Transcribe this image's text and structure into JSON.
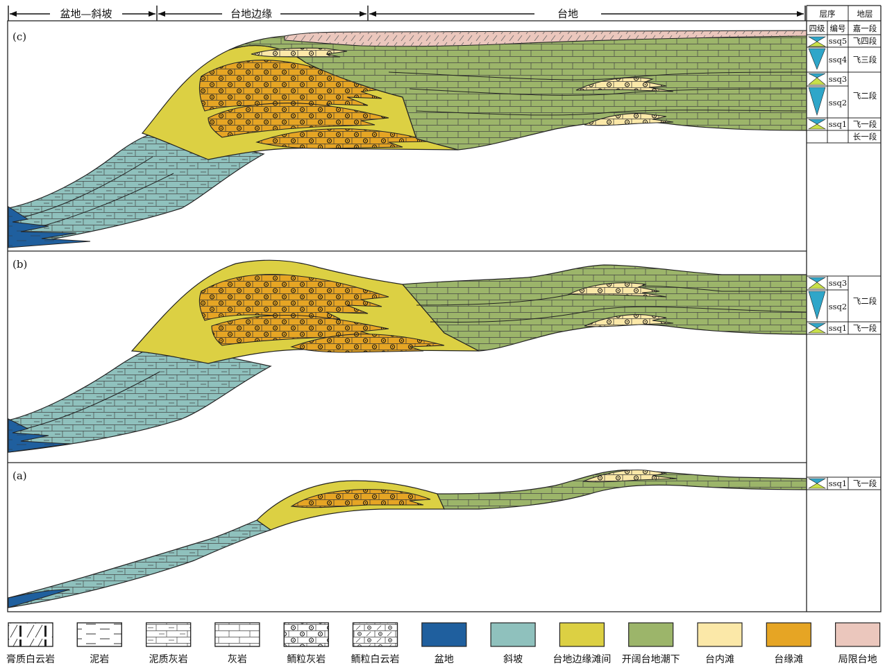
{
  "header_zones": [
    {
      "id": "basin-slope",
      "label": "盆地—斜坡"
    },
    {
      "id": "platform-margin",
      "label": "台地边缘"
    },
    {
      "id": "platform",
      "label": "台地"
    }
  ],
  "table": {
    "header_sequence": "层序",
    "header_strata": "地层",
    "col_fourth_order": "四级",
    "col_number": "编号"
  },
  "panels": {
    "c": {
      "label": "(c)",
      "rows": [
        {
          "seq": "ssq5",
          "stratum": "飞四段"
        },
        {
          "seq": "ssq4",
          "stratum": "飞三段"
        },
        {
          "seq": "ssq3",
          "stratum": "飞二段"
        },
        {
          "seq": "ssq2",
          "stratum": ""
        },
        {
          "seq": "ssq1",
          "stratum": "飞一段"
        }
      ],
      "extra_strata": [
        "嘉一段",
        "长一段"
      ]
    },
    "b": {
      "label": "(b)",
      "rows": [
        {
          "seq": "ssq3",
          "stratum": "飞二段"
        },
        {
          "seq": "ssq2",
          "stratum": ""
        },
        {
          "seq": "ssq1",
          "stratum": "飞一段"
        }
      ]
    },
    "a": {
      "label": "(a)",
      "rows": [
        {
          "seq": "ssq1",
          "stratum": "飞一段"
        }
      ]
    }
  },
  "colors": {
    "basin": "#1f5f9e",
    "slope": "#8fc1bd",
    "margin_interbank": "#dcd043",
    "open_subtidal": "#9cb56a",
    "intra_bank": "#fbe8a8",
    "margin_bank": "#e6a524",
    "restricted": "#ebc7bd"
  },
  "legend": [
    {
      "id": "gypsum-dolomite",
      "label": "膏质白云岩",
      "pattern": "gypsum-dolomite"
    },
    {
      "id": "mudstone",
      "label": "泥岩",
      "pattern": "mudstone"
    },
    {
      "id": "muddy-limestone",
      "label": "泥质灰岩",
      "pattern": "muddy-limestone"
    },
    {
      "id": "limestone",
      "label": "灰岩",
      "pattern": "limestone"
    },
    {
      "id": "oolitic-limestone",
      "label": "鲕粒灰岩",
      "pattern": "oolitic-limestone"
    },
    {
      "id": "oolitic-dolomite",
      "label": "鲕粒白云岩",
      "pattern": "oolitic-dolomite"
    },
    {
      "id": "basin",
      "label": "盆地",
      "color": "#1f5f9e"
    },
    {
      "id": "slope",
      "label": "斜坡",
      "color": "#8fc1bd"
    },
    {
      "id": "margin-interbank",
      "label": "台地边缘滩间",
      "color": "#dcd043"
    },
    {
      "id": "open-subtidal",
      "label": "开阔台地潮下",
      "color": "#9cb56a"
    },
    {
      "id": "intra-bank",
      "label": "台内滩",
      "color": "#fbe8a8"
    },
    {
      "id": "margin-bank",
      "label": "台缘滩",
      "color": "#e6a524"
    },
    {
      "id": "restricted",
      "label": "局限台地",
      "color": "#ebc7bd"
    }
  ]
}
